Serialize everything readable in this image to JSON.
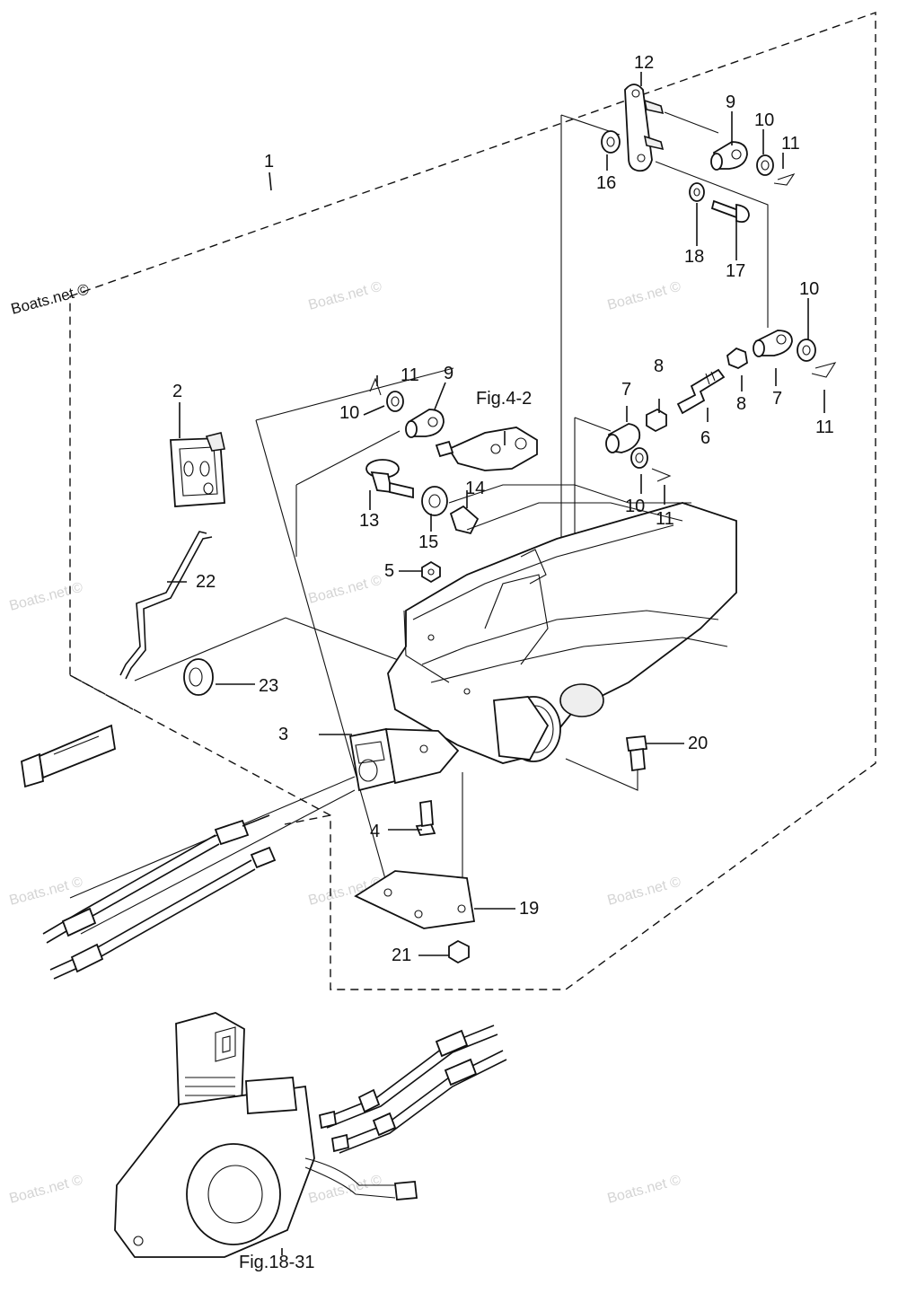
{
  "watermarks": {
    "main": "Boats.net ©",
    "faint": "Boats.net ©"
  },
  "callouts": {
    "c1": "1",
    "c2": "2",
    "c3": "3",
    "c4": "4",
    "c5": "5",
    "c6": "6",
    "c7a": "7",
    "c7b": "7",
    "c8a": "8",
    "c8b": "8",
    "c9a": "9",
    "c9b": "9",
    "c10a": "10",
    "c10b": "10",
    "c10c": "10",
    "c10d": "10",
    "c11a": "11",
    "c11b": "11",
    "c11c": "11",
    "c11d": "11",
    "c12": "12",
    "c13": "13",
    "c14": "14",
    "c15": "15",
    "c16": "16",
    "c17": "17",
    "c18": "18",
    "c19": "19",
    "c20": "20",
    "c21": "21",
    "c22": "22",
    "c23": "23"
  },
  "figure_refs": {
    "fig_4_2": "Fig.4-2",
    "fig_18_31": "Fig.18-31"
  },
  "colors": {
    "line": "#111111",
    "watermark": "#d4d4d4",
    "background": "#ffffff"
  }
}
